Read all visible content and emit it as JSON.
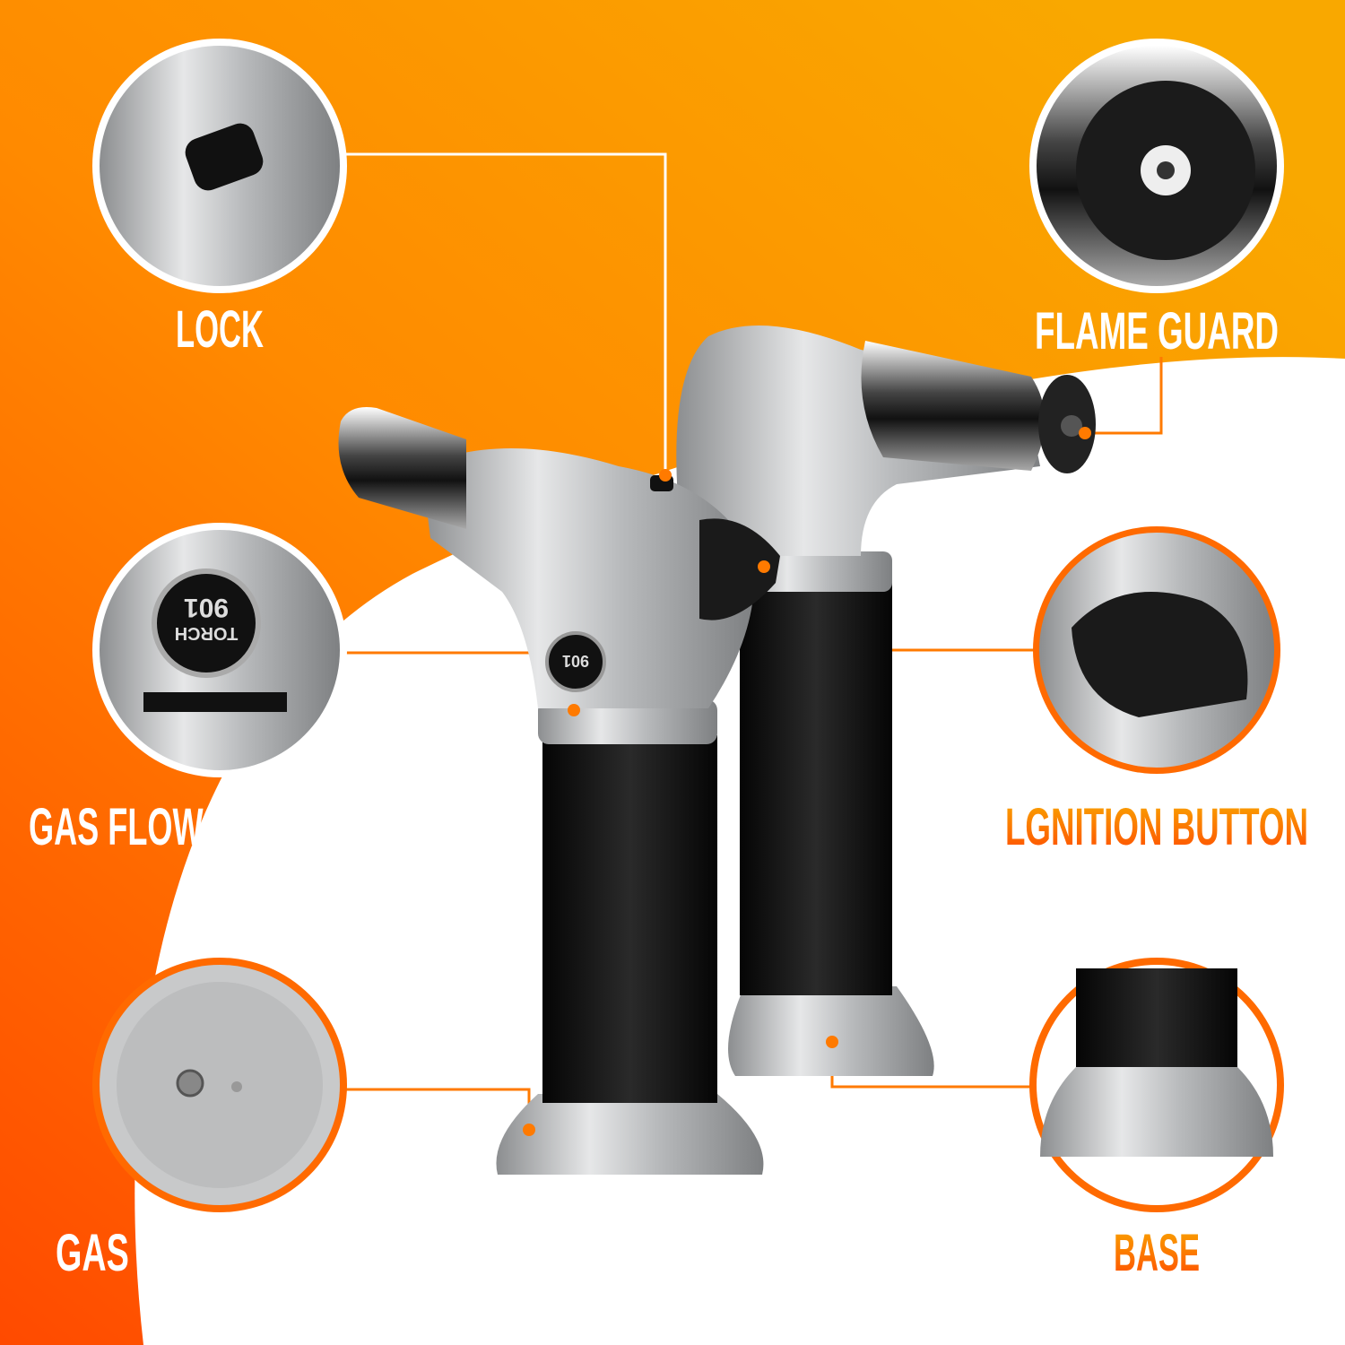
{
  "colors": {
    "accent_orange": "#ff7a00",
    "accent_yellow": "#f9a800",
    "accent_red": "#ff4a00",
    "body_black": "#111111",
    "metal_silver": "#c4c6c8"
  },
  "callouts": [
    {
      "label": "LOCK",
      "icon": "lock-switch-icon"
    },
    {
      "label": "FLAME GUARD",
      "icon": "nozzle-icon"
    },
    {
      "label": "GAS FLOW REGULATOR",
      "icon": "regulator-dial-icon"
    },
    {
      "label": "LGNITION BUTTON",
      "icon": "ignition-button-icon"
    },
    {
      "label": "GAS FILLING VALVE",
      "icon": "filling-valve-icon"
    },
    {
      "label": "BASE",
      "icon": "base-icon"
    }
  ],
  "product": {
    "badge_model": "901",
    "badge_brand": "TORCH"
  }
}
